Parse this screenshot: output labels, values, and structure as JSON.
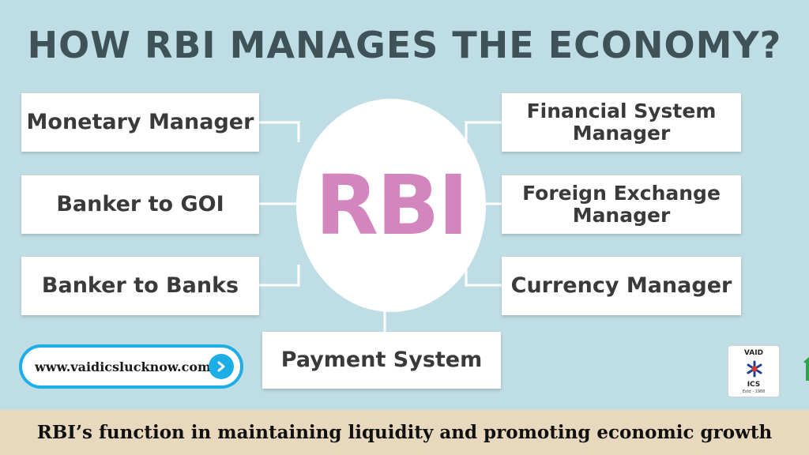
{
  "title": "HOW RBI MANAGES THE ECONOMY?",
  "center_label": "RBI",
  "functions": {
    "monetary": "Monetary Manager",
    "banker_goi": "Banker to GOI",
    "banker_banks": "Banker to Banks",
    "financial_system": "Financial System\nManager",
    "forex": "Foreign Exchange\nManager",
    "currency": "Currency Manager",
    "payment": "Payment System"
  },
  "website": "www.vaidicslucknow.com",
  "logo": {
    "top": "VAID",
    "bottom": "ICS",
    "estd": "Estd - 1988"
  },
  "footer": "RBI’s function in maintaining liquidity and promoting economic growth",
  "colors": {
    "background": "#bfdde4",
    "rbi_text": "#d386bd",
    "accent": "#1eaee6",
    "footer_bg": "#e8d8be"
  },
  "icons": [
    "chevron-right-icon",
    "vaidics-logo-icon"
  ]
}
